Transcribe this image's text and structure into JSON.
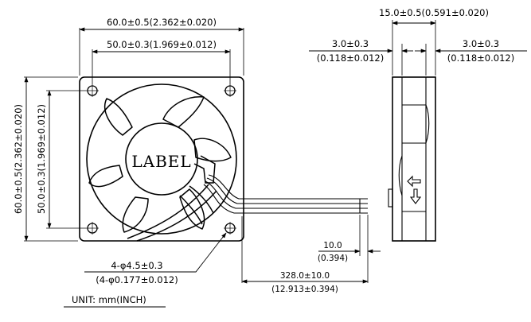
{
  "dimensions": {
    "overall_width": "60.0±0.5(2.362±0.020)",
    "hole_spacing_width": "50.0±0.3(1.969±0.012)",
    "overall_height": "60.0±0.5(2.362±0.020)",
    "hole_spacing_height": "50.0±0.3(1.969±0.012)",
    "thickness": "15.0±0.5(0.591±0.020)",
    "flange_left": "3.0±0.3",
    "flange_left_inch": "(0.118±0.012)",
    "flange_right": "3.0±0.3",
    "flange_right_inch": "(0.118±0.012)",
    "hole": "4-φ4.5±0.3",
    "hole_inch": "(4-φ0.177±0.012)",
    "strip": "10.0",
    "strip_inch": "(0.394)",
    "lead_length": "328.0±10.0",
    "lead_length_inch": "(12.913±0.394)"
  },
  "hub_label": "LABEL",
  "units_note": "UNIT:  mm(INCH)"
}
